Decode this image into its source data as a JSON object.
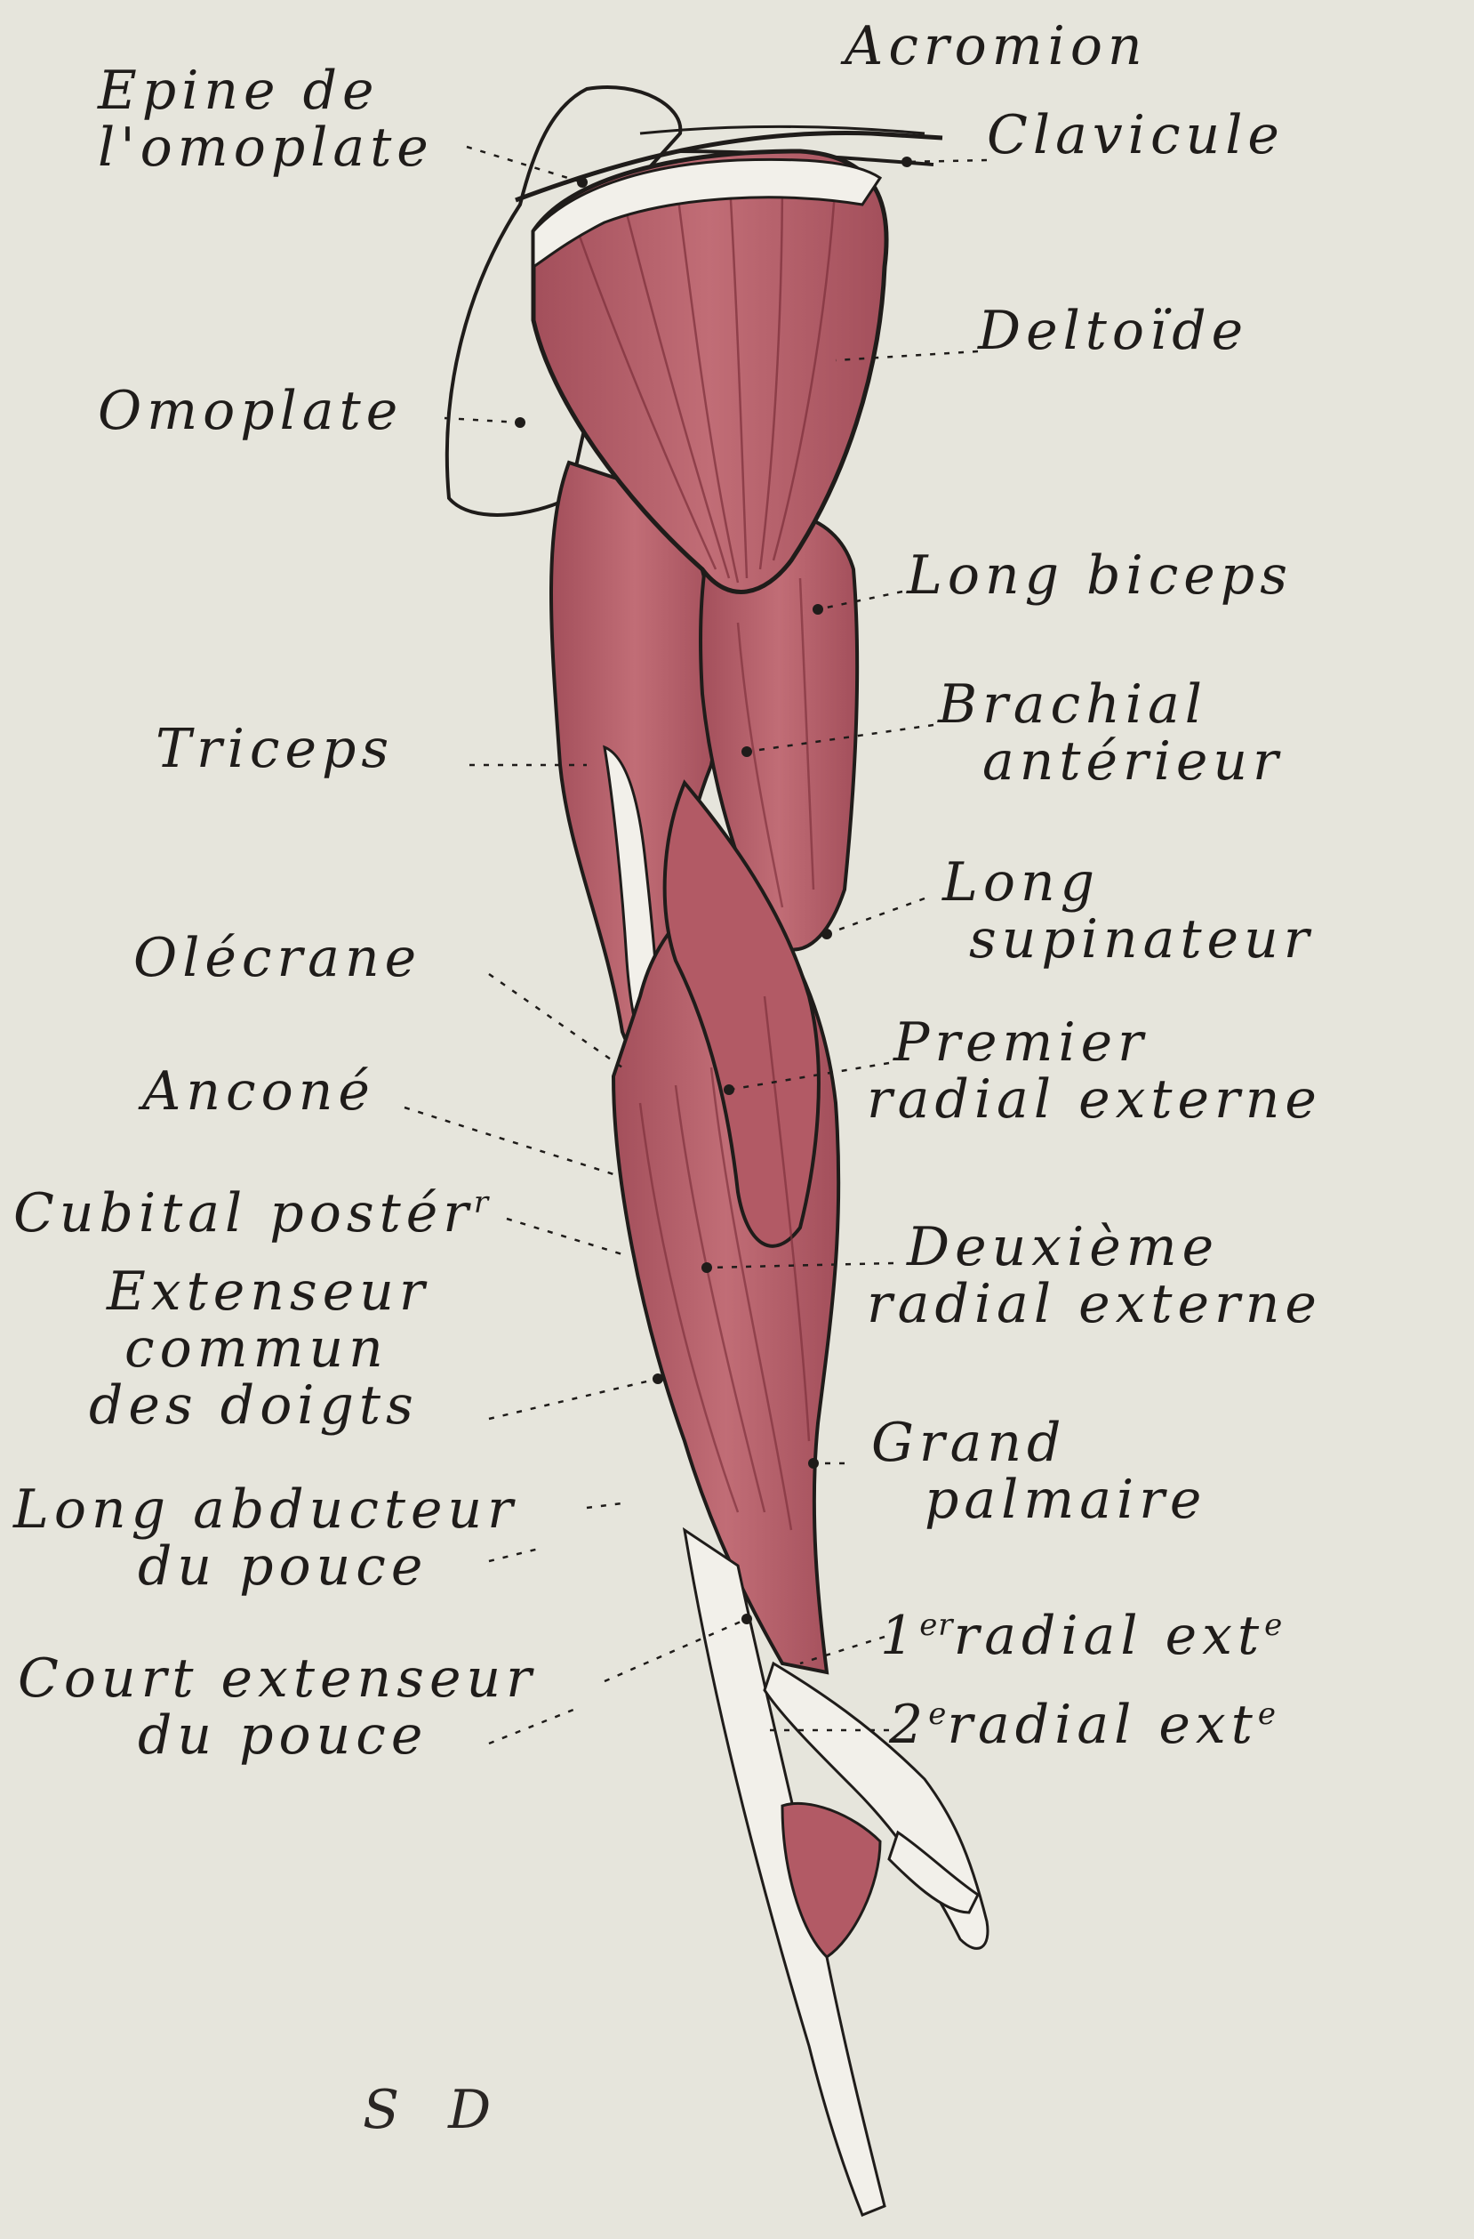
{
  "plate": {
    "initials": "S D",
    "colors": {
      "paper": "#e6e5dc",
      "muscle": "#b9616b",
      "muscle_dark": "#8f3c47",
      "ink": "#1f1c1a",
      "tendon": "#f2f0ea"
    }
  },
  "labels": {
    "acromion": "Acromion",
    "clavicule": "Clavicule",
    "epine_1": "Epine de",
    "epine_2": "l'omoplate",
    "deltoide": "Deltoïde",
    "omoplate": "Omoplate",
    "long_biceps": "Long biceps",
    "brachial_1": "Brachial",
    "brachial_2": "antérieur",
    "triceps": "Triceps",
    "long_sup_1": "Long",
    "long_sup_2": "supinateur",
    "olecrane": "Olécrane",
    "premier_1": "Premier",
    "premier_2": "radial externe",
    "ancone": "Anconé",
    "cubital": "Cubital postér",
    "cubital_sup": "r",
    "deuxieme_1": "Deuxième",
    "deuxieme_2": "radial externe",
    "extenseur_1": "Extenseur",
    "extenseur_2": "commun",
    "extenseur_3": "des doigts",
    "grand_1": "Grand",
    "grand_2": "palmaire",
    "abducteur_1": "Long abducteur",
    "abducteur_2": "du pouce",
    "court_1": "Court extenseur",
    "court_2": "du pouce",
    "rad1_pre": "1",
    "rad1_sup": "er",
    "rad1_main": "radial ext",
    "rad1_end": "e",
    "rad2_pre": "2",
    "rad2_sup": "e",
    "rad2_main": "radial ext",
    "rad2_end": "e"
  }
}
